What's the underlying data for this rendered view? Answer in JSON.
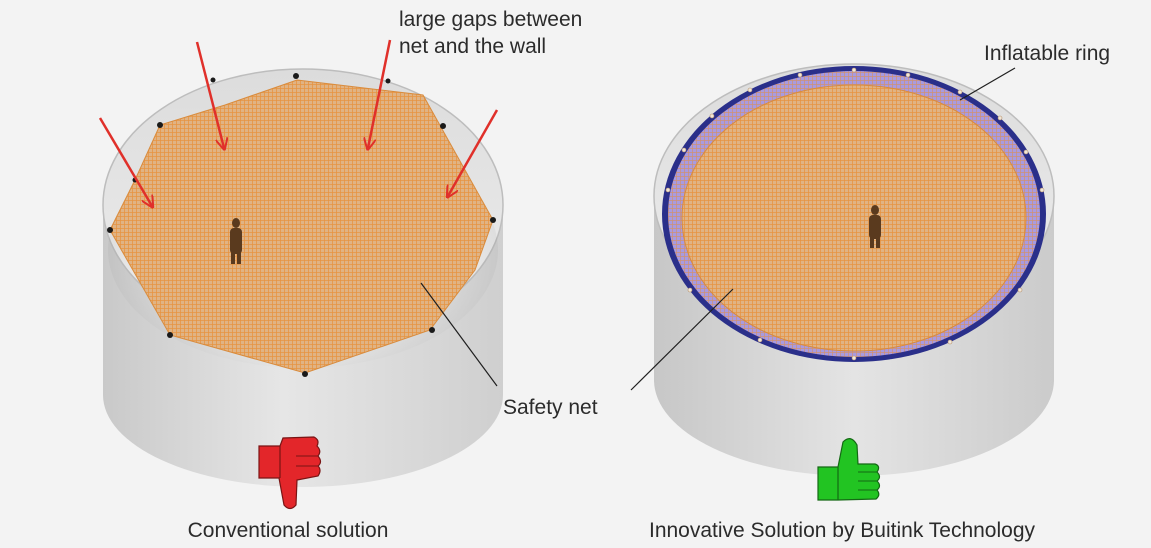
{
  "annotations": {
    "gaps_line1": "large gaps between",
    "gaps_line2": "net and the wall",
    "inflatable_ring": "Inflatable ring",
    "safety_net": "Safety net"
  },
  "captions": {
    "conventional": "Conventional solution",
    "innovative": "Innovative Solution by Buitink Technology"
  },
  "verdicts": {
    "conventional": "thumbs-down-icon",
    "innovative": "thumbs-up-icon"
  },
  "colors": {
    "background": "#f3f3f3",
    "tank_wall": "#d9d9d9",
    "net": "#e0b384",
    "net_grid": "#e6892e",
    "gap_arrows": "#e0302a",
    "inflatable_ring": "#9a8fd6",
    "ring_outer": "#2a2f8a",
    "thumbs_down": "#e3262a",
    "thumbs_up": "#22c422"
  }
}
